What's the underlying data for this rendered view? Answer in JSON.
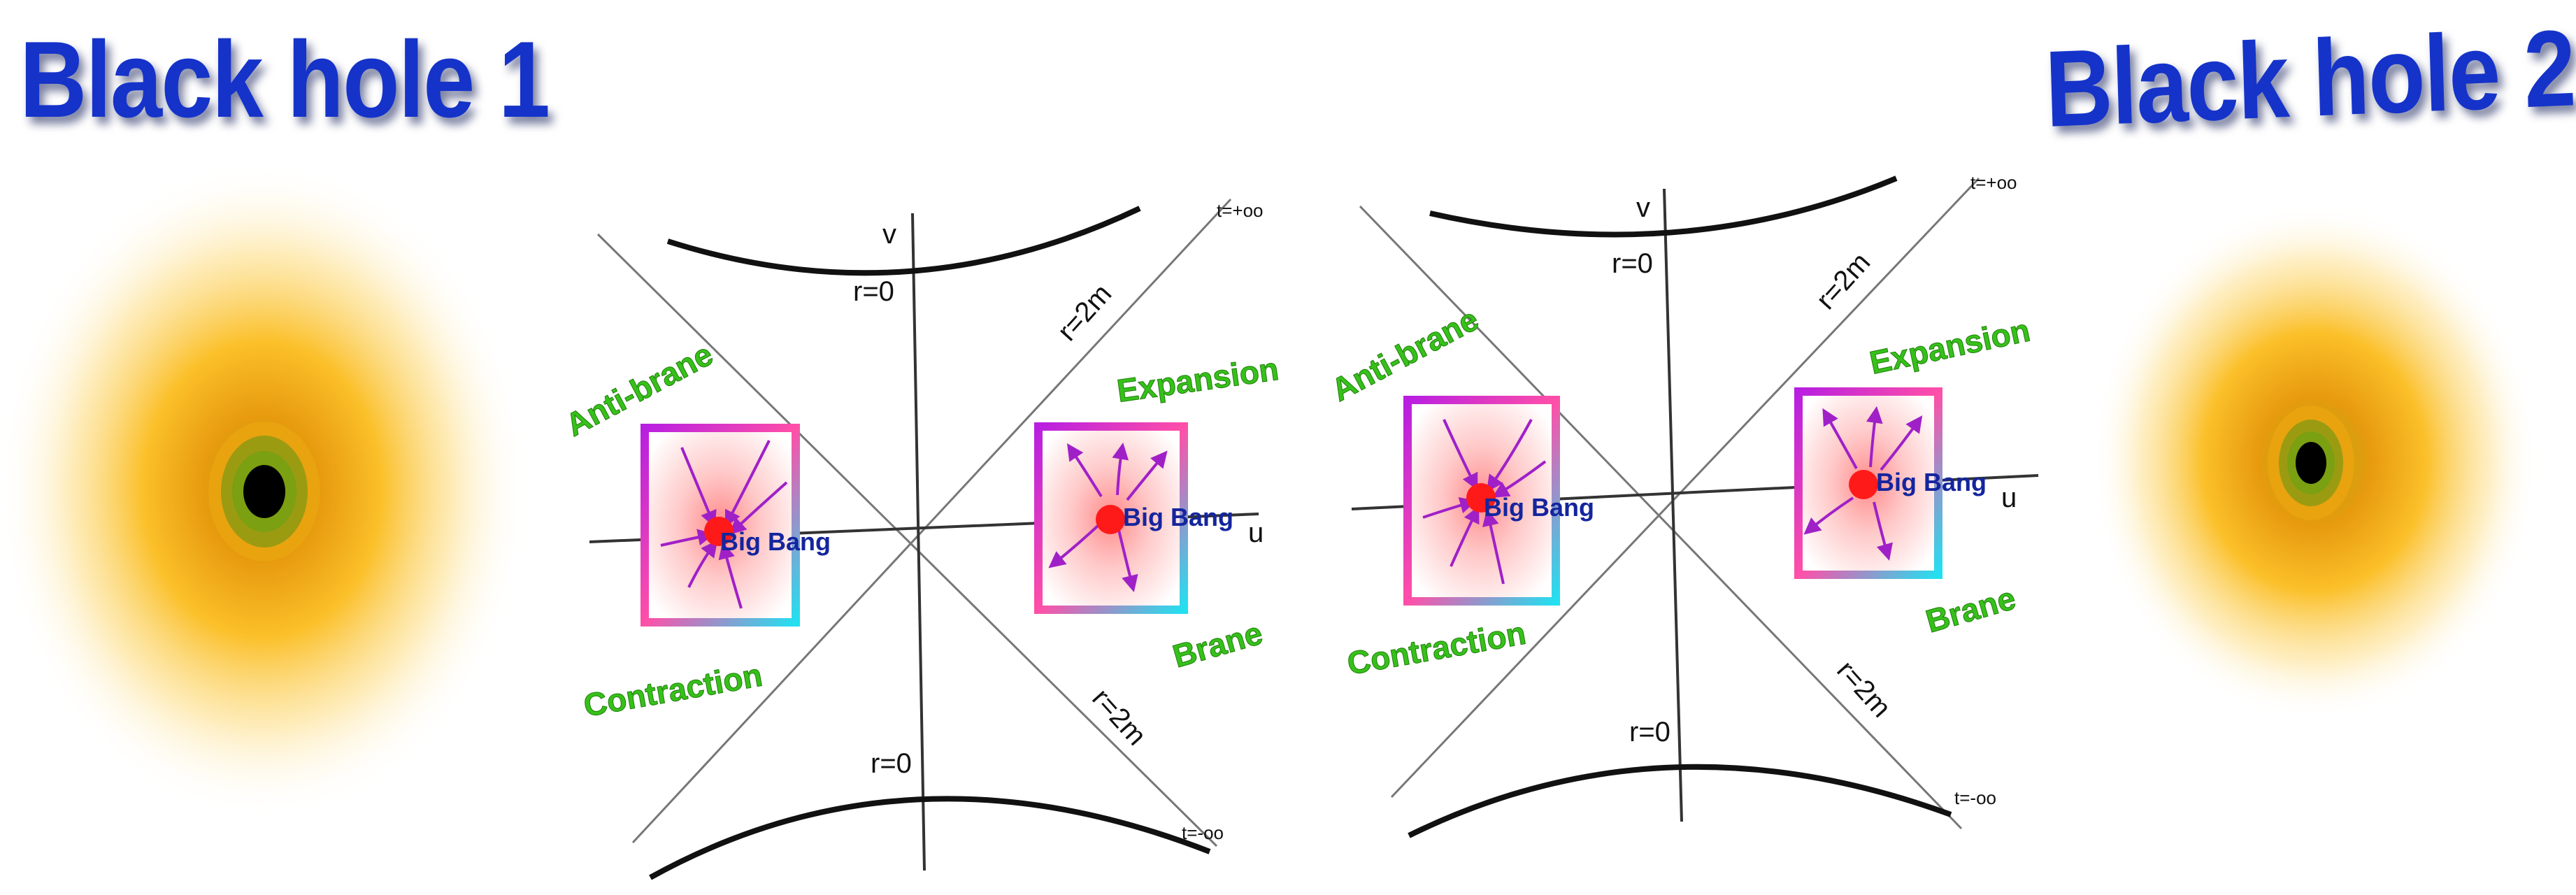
{
  "titles": {
    "left": "Black hole 1",
    "right": "Black hole 2"
  },
  "diagram": {
    "axis_v": "v",
    "axis_u": "u",
    "r_zero": "r=0",
    "horizon": "r=2m",
    "t_future": "t=+oo",
    "t_past": "t=-oo",
    "anti_brane": "Anti-brane",
    "expansion": "Expansion",
    "contraction": "Contraction",
    "brane": "Brane",
    "big_bang": "Big Bang"
  },
  "colors": {
    "title": "#1533c9",
    "label_green": "#36c11a",
    "big_bang_text": "#14259e",
    "big_bang_dot": "#ff1a1a",
    "arrow": "#a020c8",
    "frame_magenta": "#c020e0",
    "frame_pink": "#ff4fa8",
    "frame_cyan": "#22e0f0",
    "glow": "#ffc52a",
    "hole_core": "#000000",
    "hole_ring": "#7ba012"
  },
  "icons": [
    "black-hole-icon",
    "big-bang-icon",
    "arrow-icon"
  ]
}
